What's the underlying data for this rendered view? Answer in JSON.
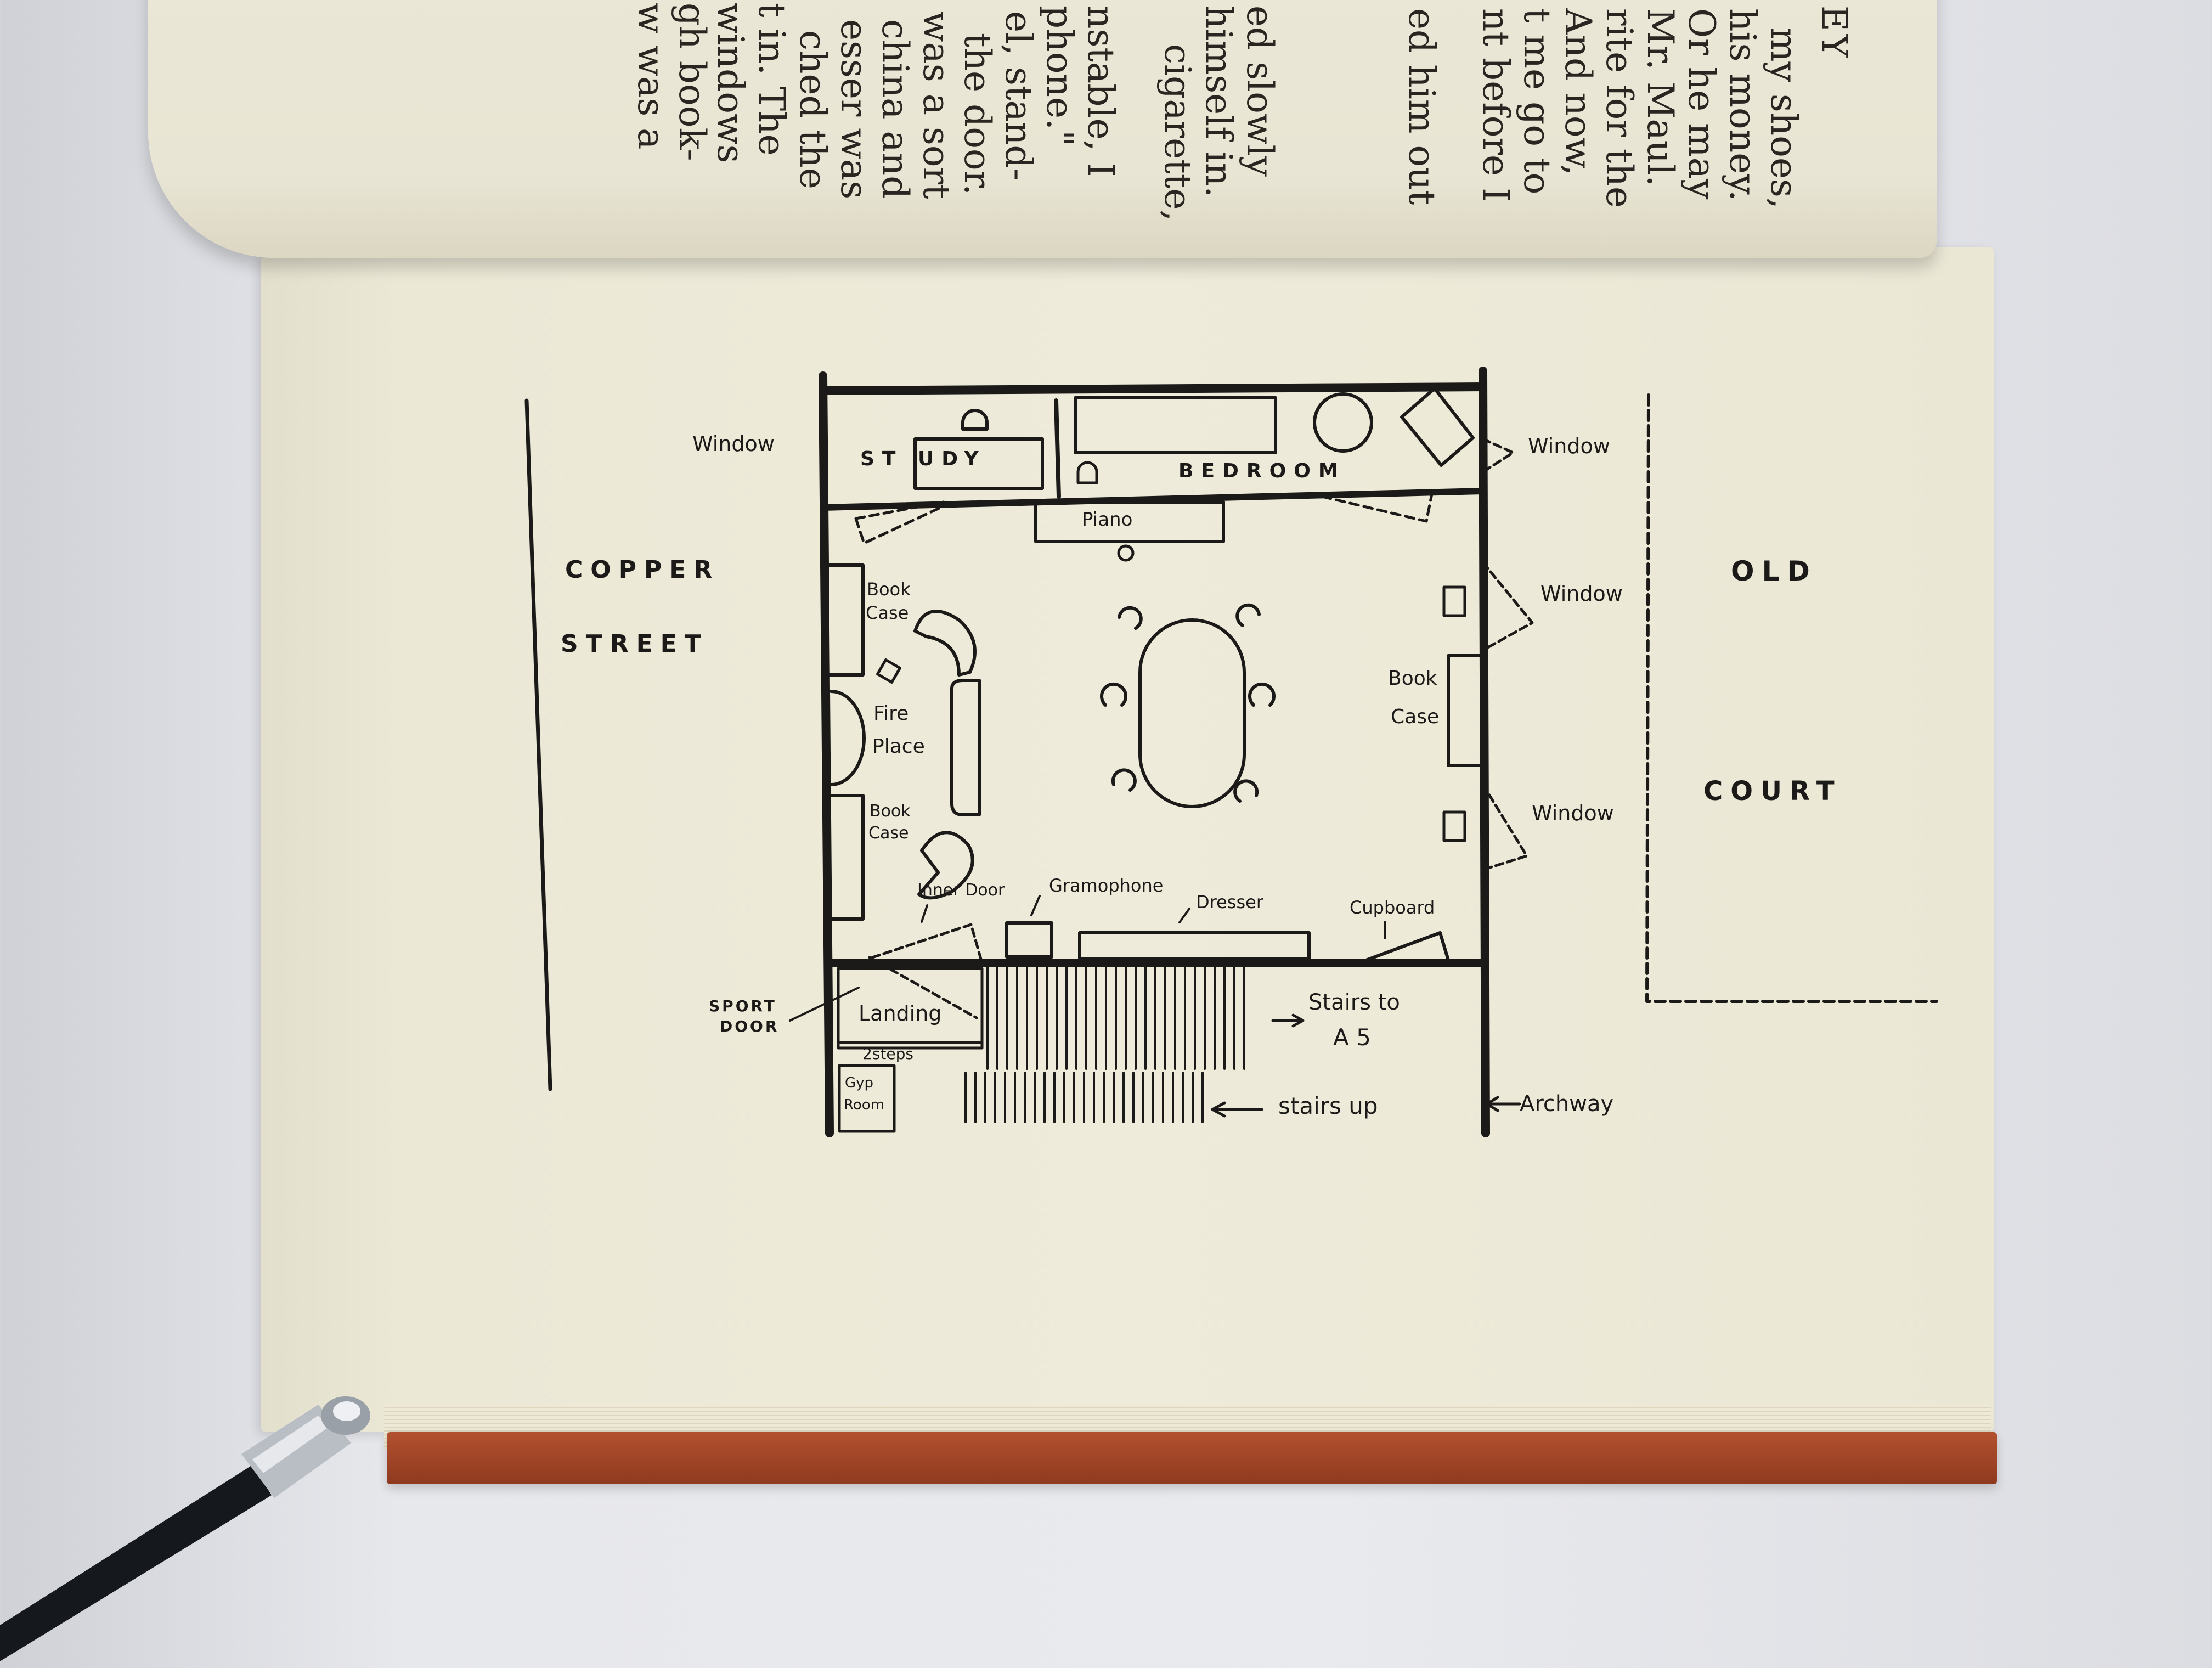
{
  "top_page": {
    "lines": [
      "my shoes,",
      "his money.",
      "Or he may",
      "Mr. Maul.",
      "rite for the",
      "And now,",
      "t me go to",
      "nt before I",
      "ed him out",
      "ed slowly",
      "himself in.",
      "cigarette,",
      "nstable, I",
      "phone.\"",
      "el, stand-",
      "the door.",
      "was a sort",
      "china and",
      "esser was",
      "ched the",
      "t in. The",
      "windows",
      "gh book-",
      "w was a"
    ],
    "running_head": "EY"
  },
  "plan": {
    "street_left": [
      "COPPER",
      "STREET"
    ],
    "court_right": [
      "OLD",
      "COURT"
    ],
    "rooms": {
      "study": "ST UDY",
      "bedroom": "BEDROOM",
      "piano": "Piano",
      "book_case_1": [
        "Book",
        "Case"
      ],
      "fire_place": [
        "Fire",
        "Place"
      ],
      "book_case_2": [
        "Book",
        "Case"
      ],
      "book_case_right": [
        "Book",
        "Case"
      ]
    },
    "labels": {
      "window_top_left": "Window",
      "window_top_right": "Window",
      "window_right_1": "Window",
      "window_right_2": "Window",
      "inner_door": "Inner Door",
      "gramophone": "Gramophone",
      "dresser": "Dresser",
      "cupboard": "Cupboard",
      "sport_door": [
        "SPORT",
        "DOOR"
      ],
      "landing": "Landing",
      "steps": "2steps",
      "gyp_room": [
        "Gyp",
        "Room"
      ],
      "stairs_to": [
        "Stairs to",
        "A 5"
      ],
      "stairs_up": "stairs up",
      "archway": "Archway"
    }
  }
}
